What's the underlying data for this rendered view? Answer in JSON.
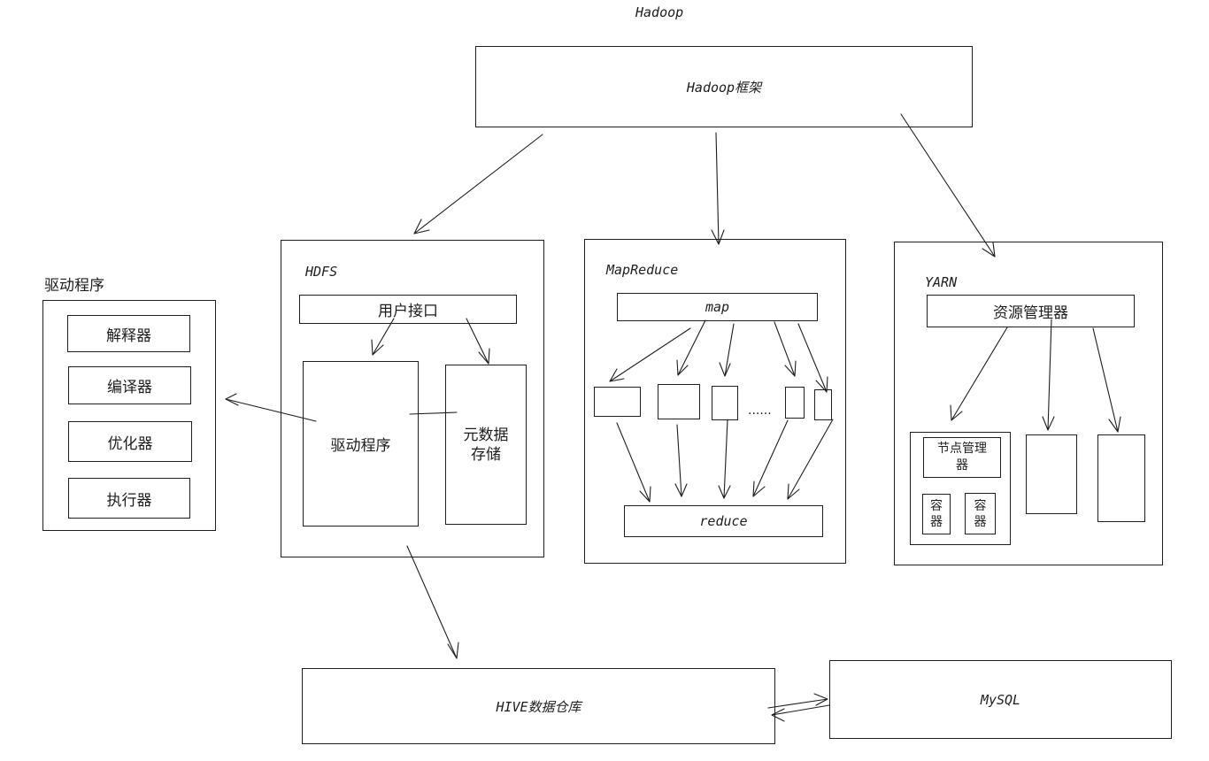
{
  "title": "Hadoop",
  "framework": {
    "label": "Hadoop框架"
  },
  "hdfs": {
    "title": "HDFS",
    "user_interface": "用户接口",
    "driver": "驱动程序",
    "metadata": [
      "元数据",
      "存储"
    ]
  },
  "mapreduce": {
    "title": "MapReduce",
    "map": "map",
    "ellipsis": "......",
    "reduce": "reduce"
  },
  "yarn": {
    "title": "YARN",
    "resource_manager": "资源管理器",
    "node_manager": [
      "节点管理",
      "器"
    ],
    "containers": [
      {
        "lines": [
          "容",
          "器"
        ]
      },
      {
        "lines": [
          "容",
          "器"
        ]
      }
    ]
  },
  "driver_panel": {
    "title": "驱动程序",
    "items": [
      "解释器",
      "编译器",
      "优化器",
      "执行器"
    ]
  },
  "hive": {
    "label": "HIVE数据仓库"
  },
  "mysql": {
    "label": "MySQL"
  }
}
